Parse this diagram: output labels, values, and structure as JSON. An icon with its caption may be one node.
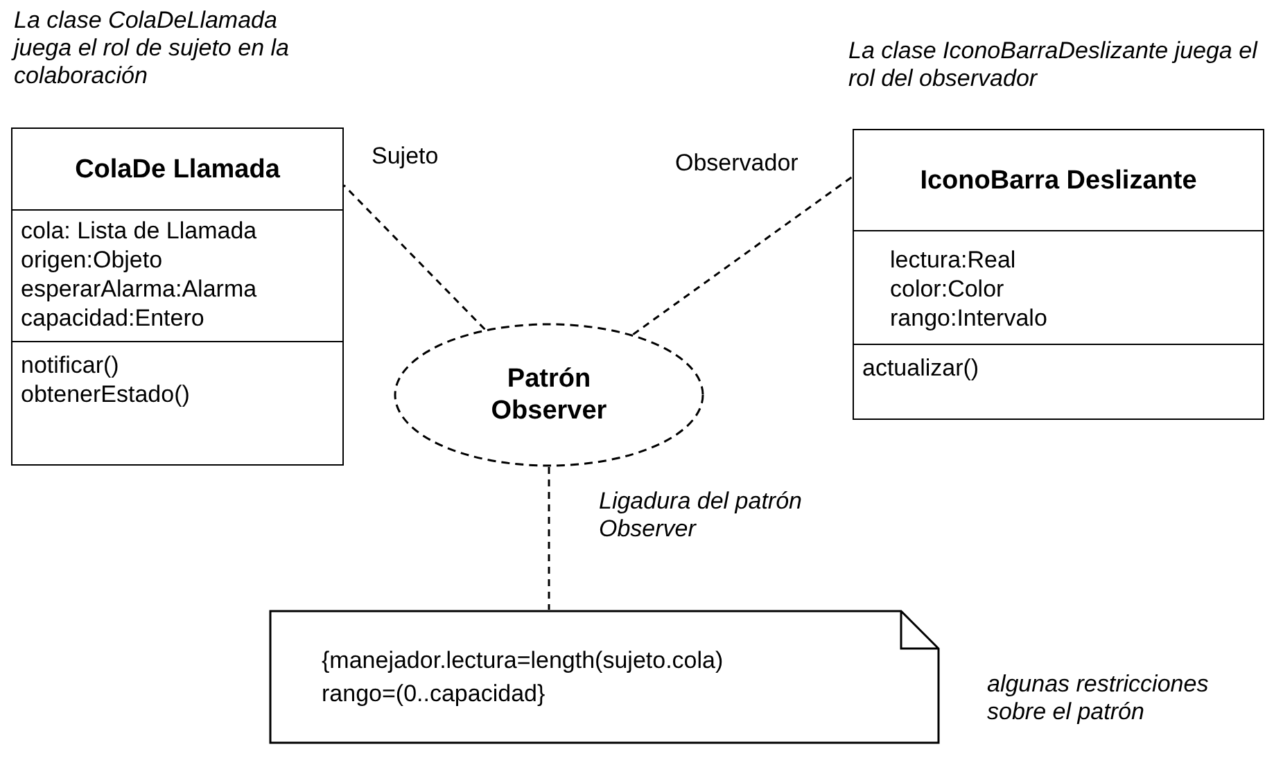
{
  "diagram": {
    "nodes": [
      {
        "text": [
          "ColaDe Llamada",
          "cola: Lista de Llamada",
          "origen:Objeto",
          "esperarAlarma:Alarma",
          "capacidad:Entero",
          "notificar()",
          "obtenerEstado()"
        ]
      },
      {
        "text": [
          "IconoBarra Deslizante",
          "lectura:Real",
          "color:Color",
          "rango:Intervalo",
          "actualizar()"
        ]
      },
      {
        "text": [
          "Patrón Observer"
        ]
      },
      {
        "text": [
          "{manejador.lectura=length(sujeto.cola)",
          "rango=(0..capacidad}"
        ]
      }
    ],
    "edges": [
      {
        "from": 2,
        "to": 0,
        "arrow": "none",
        "label": "Sujeto",
        "style": "dashed"
      },
      {
        "from": 2,
        "to": 1,
        "arrow": "none",
        "label": "Observador",
        "style": "dashed"
      },
      {
        "from": 2,
        "to": 3,
        "arrow": "none",
        "style": "dashed"
      }
    ],
    "labels": [
      "La clase ColaDeLlamada juega el rol de sujeto en la colaboración",
      "La clase IconoBarraDeslizante juega el rol del observador",
      "Ligadura del patrón Observer",
      "algunas restricciones sobre el patrón"
    ]
  }
}
